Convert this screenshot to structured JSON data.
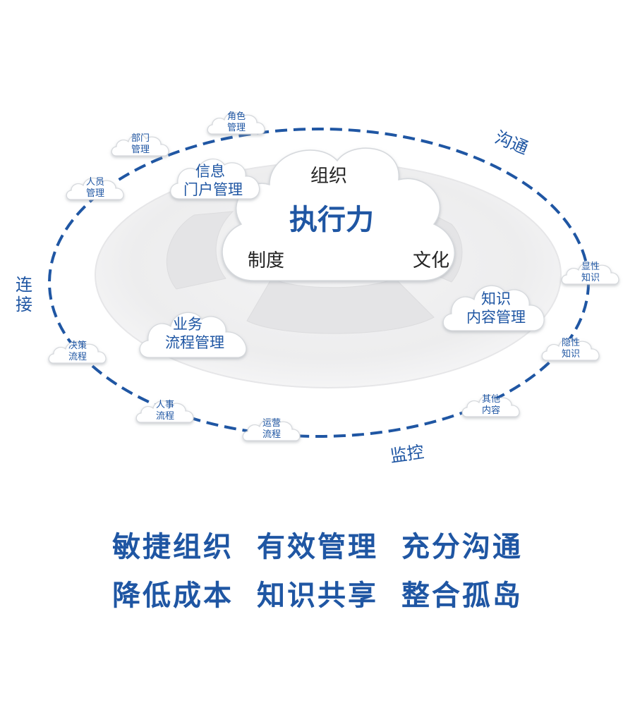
{
  "center": {
    "top": "组织",
    "title": "执行力",
    "left": "制度",
    "right": "文化"
  },
  "modules": {
    "portal": [
      "信息",
      "门户管理"
    ],
    "knowledge": [
      "知识",
      "内容管理"
    ],
    "process": [
      "业务",
      "流程管理"
    ]
  },
  "nodes": {
    "role": [
      "角色",
      "管理"
    ],
    "dept": [
      "部门",
      "管理"
    ],
    "person": [
      "人员",
      "管理"
    ],
    "explicit": [
      "显性",
      "知识"
    ],
    "tacit": [
      "隐性",
      "知识"
    ],
    "other": [
      "其他",
      "内容"
    ],
    "ops": [
      "运营",
      "流程"
    ],
    "hr": [
      "人事",
      "流程"
    ],
    "decision": [
      "决策",
      "流程"
    ]
  },
  "ring_labels": {
    "communicate": "沟通",
    "connect": [
      "连",
      "接"
    ],
    "monitor": "监控"
  },
  "slogans": [
    [
      "敏捷组织",
      "有效管理",
      "充分沟通"
    ],
    [
      "降低成本",
      "知识共享",
      "整合孤岛"
    ]
  ],
  "colors": {
    "accent": "#1f56a3",
    "cloud_fill": "#ffffff",
    "cloud_shadow": "#c9ccd1"
  }
}
